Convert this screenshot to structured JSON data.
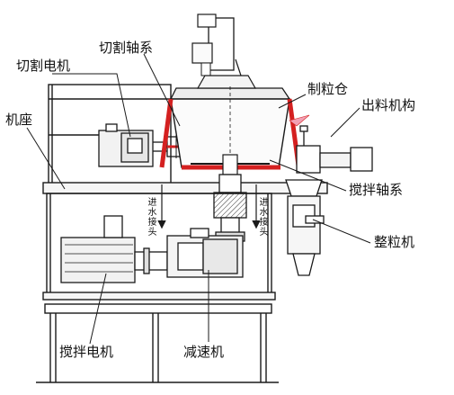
{
  "labels": {
    "cutting_motor": "切割电机",
    "cutting_shaft": "切割轴系",
    "granulating_bin": "制粒仓",
    "base": "机座",
    "discharge_mechanism": "出料机构",
    "stirring_shaft": "搅拌轴系",
    "water_inlet_left": "进水接头",
    "water_inlet_right": "进水接头",
    "sizing_machine": "整粒机",
    "stirring_motor": "搅拌电机",
    "reducer": "减速机"
  },
  "colors": {
    "line": "#1a1a1a",
    "highlight": "#d42020",
    "pink_arrow": "#f2a0b4",
    "fill_light": "#f2f2f2",
    "fill_mid": "#dcdcdc"
  }
}
